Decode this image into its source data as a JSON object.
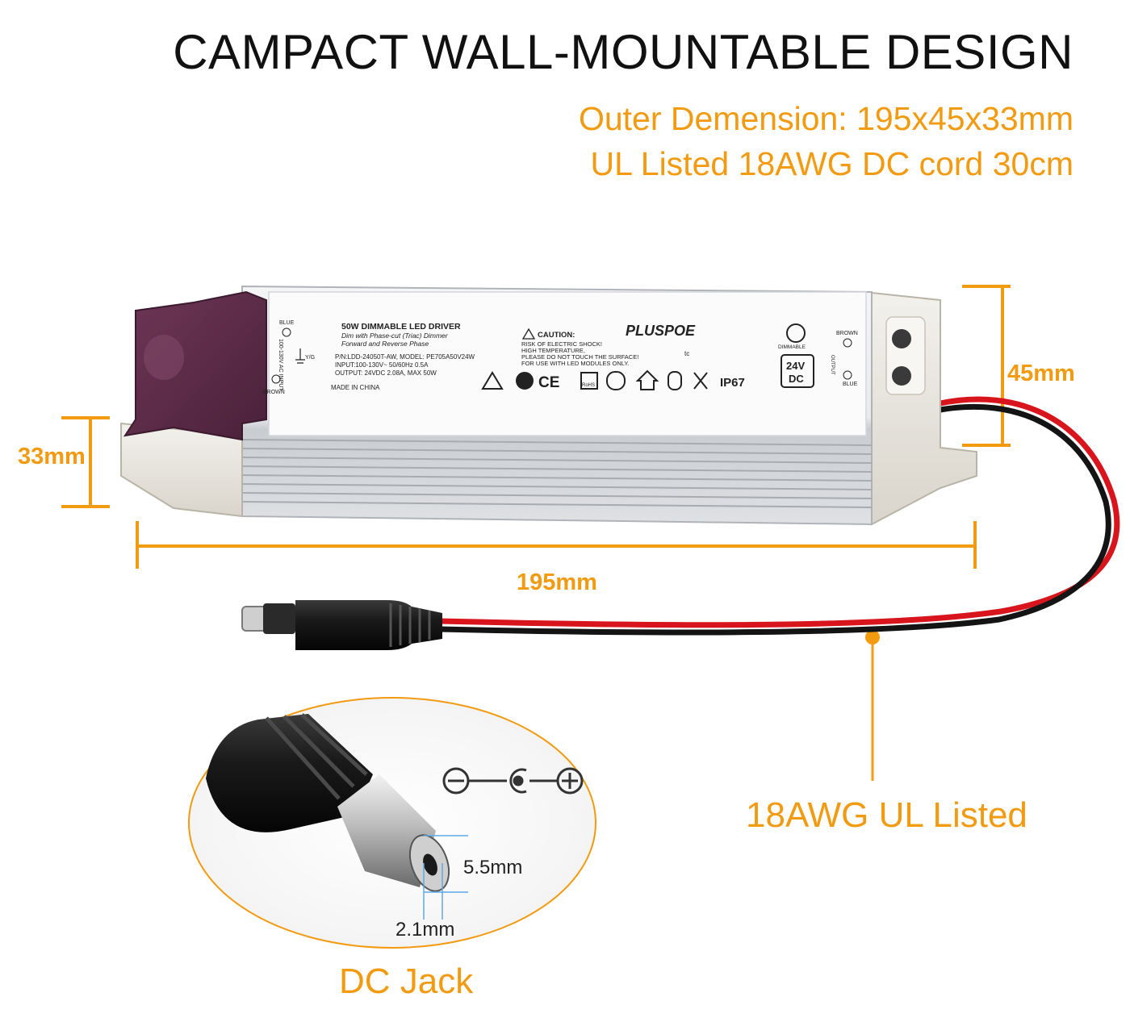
{
  "headline": "CAMPACT WALL-MOUNTABLE DESIGN",
  "subtitle_line1": "Outer Demension: 195x45x33mm",
  "subtitle_line2": "UL Listed 18AWG DC cord 30cm",
  "dimensions": {
    "height": "33mm",
    "width": "45mm",
    "length": "195mm"
  },
  "cable_label": "18AWG UL Listed",
  "jack": {
    "label": "DC Jack",
    "outer_diameter": "5.5mm",
    "inner_diameter": "2.1mm"
  },
  "driver_label": {
    "title": "50W DIMMABLE LED DRIVER",
    "line1": "Dim with Phase-cut (Triac) Dimmer",
    "line2": "Forward and Reverse Phase",
    "pn": "P/N:LDD-24050T-AW,  MODEL: PE705A50V24W",
    "input": "INPUT:100-130V~ 50/60Hz 0.5A",
    "output": "OUTPUT: 24VDC 2.08A,  MAX 50W",
    "made_in": "MADE IN CHINA",
    "caution_title": "CAUTION:",
    "caution1": "RISK OF ELECTRIC SHOCK!",
    "caution2": "HIGH TEMPERATURE,",
    "caution3": "PLEASE DO NOT TOUCH THE SURFACE!",
    "caution4": "FOR USE WITH LED MODULES ONLY.",
    "brand": "PLUSPOE",
    "ip_rating": "IP67",
    "dimmable": "DIMMABLE",
    "voltage_badge_top": "24V",
    "voltage_badge_bottom": "DC",
    "tc": "tc",
    "ac_input": "100-130V AC INPUT",
    "yg": "Y/G",
    "blue_left": "BLUE",
    "brown_left": "BROWN",
    "brown_right": "BROWN",
    "blue_right": "BLUE",
    "output_text": "OUTPUT",
    "rohs": "RoHS"
  },
  "colors": {
    "accent": "#f29a10",
    "housing": "#e4e6e9",
    "endcap": "#ebe8e1",
    "purple_cap": "#5b2a47",
    "cable_red": "#d8141c",
    "cable_black": "#141414"
  }
}
